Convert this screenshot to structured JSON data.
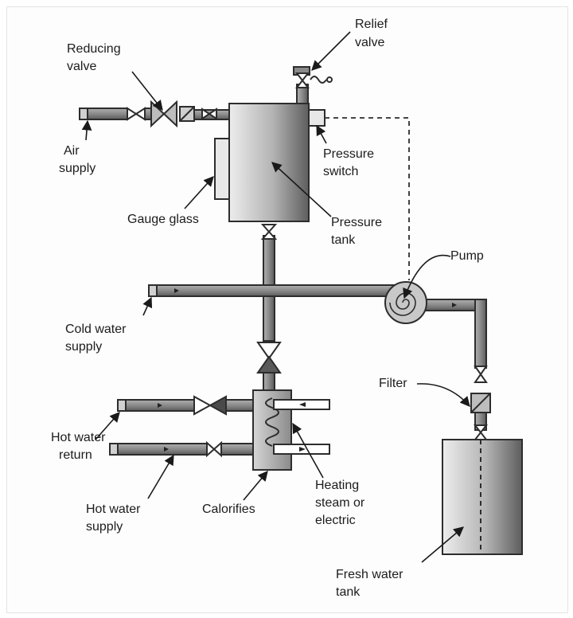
{
  "labels": {
    "relief_valve": [
      "Relief",
      "valve"
    ],
    "reducing_valve": [
      "Reducing",
      "valve"
    ],
    "air_supply": [
      "Air",
      "supply"
    ],
    "pressure_switch": [
      "Pressure",
      "switch"
    ],
    "gauge_glass": [
      "Gauge glass"
    ],
    "pressure_tank": [
      "Pressure",
      "tank"
    ],
    "pump": [
      "Pump"
    ],
    "cold_water_supply": [
      "Cold water",
      "supply"
    ],
    "filter": [
      "Filter"
    ],
    "hot_water_return": [
      "Hot water",
      "return"
    ],
    "hot_water_supply": [
      "Hot water",
      "supply"
    ],
    "calorifies": [
      "Calorifies"
    ],
    "heating": [
      "Heating",
      "steam or",
      "electric"
    ],
    "fresh_water_tank": [
      "Fresh water",
      "tank"
    ]
  },
  "colors": {
    "pipe_fill": "#8e8e8e",
    "pipe_stroke": "#2d2d2d",
    "tank_light": "#e6e6e6",
    "tank_dark": "#6a6a6a",
    "valve_fill": "#bdbdbd",
    "label_text": "#1c1c1c"
  }
}
